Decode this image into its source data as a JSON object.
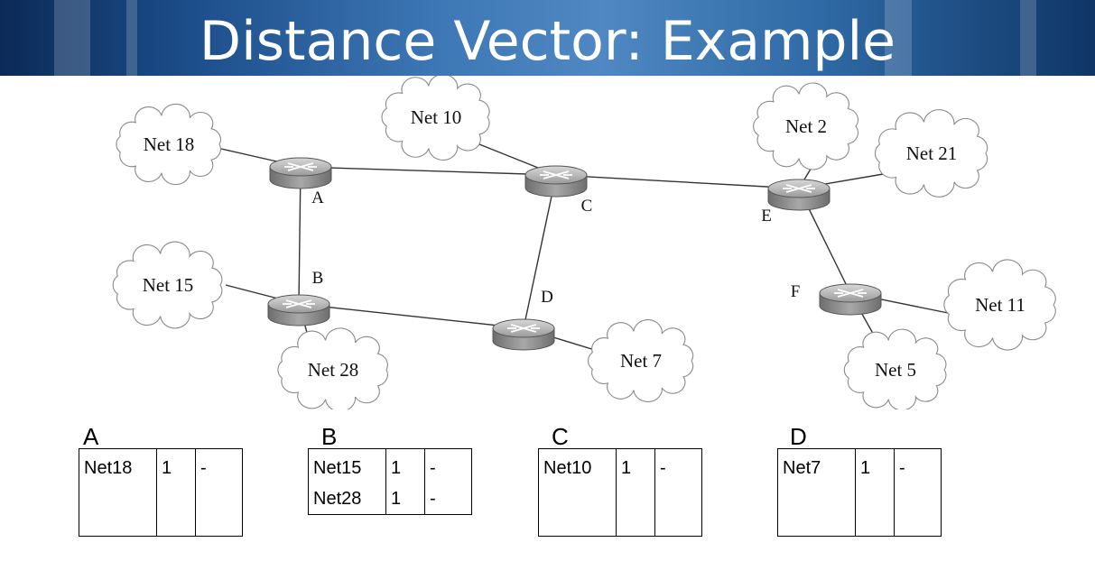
{
  "slide": {
    "title": "Distance Vector: Example"
  },
  "diagram": {
    "routers": [
      {
        "id": "A",
        "label": "A"
      },
      {
        "id": "B",
        "label": "B"
      },
      {
        "id": "C",
        "label": "C"
      },
      {
        "id": "D",
        "label": "D"
      },
      {
        "id": "E",
        "label": "E"
      },
      {
        "id": "F",
        "label": "F"
      }
    ],
    "networks": [
      {
        "id": "net18",
        "label": "Net 18"
      },
      {
        "id": "net10",
        "label": "Net 10"
      },
      {
        "id": "net2",
        "label": "Net 2"
      },
      {
        "id": "net21",
        "label": "Net 21"
      },
      {
        "id": "net15",
        "label": "Net 15"
      },
      {
        "id": "net28",
        "label": "Net 28"
      },
      {
        "id": "net7",
        "label": "Net 7"
      },
      {
        "id": "net11",
        "label": "Net 11"
      },
      {
        "id": "net5",
        "label": "Net 5"
      }
    ],
    "links": [
      [
        "A",
        "net18"
      ],
      [
        "A",
        "C"
      ],
      [
        "A",
        "B"
      ],
      [
        "C",
        "net10"
      ],
      [
        "C",
        "E"
      ],
      [
        "C",
        "D"
      ],
      [
        "B",
        "net15"
      ],
      [
        "B",
        "net28"
      ],
      [
        "B",
        "D"
      ],
      [
        "D",
        "net7"
      ],
      [
        "E",
        "net2"
      ],
      [
        "E",
        "net21"
      ],
      [
        "E",
        "F"
      ],
      [
        "F",
        "net11"
      ],
      [
        "F",
        "net5"
      ]
    ]
  },
  "tables": [
    {
      "router": "A",
      "rows": [
        [
          "Net18",
          "1",
          "-"
        ]
      ]
    },
    {
      "router": "B",
      "rows": [
        [
          "Net15",
          "1",
          "-"
        ],
        [
          "Net28",
          "1",
          "-"
        ]
      ]
    },
    {
      "router": "C",
      "rows": [
        [
          "Net10",
          "1",
          "-"
        ]
      ]
    },
    {
      "router": "D",
      "rows": [
        [
          "Net7",
          "1",
          "-"
        ]
      ]
    }
  ]
}
